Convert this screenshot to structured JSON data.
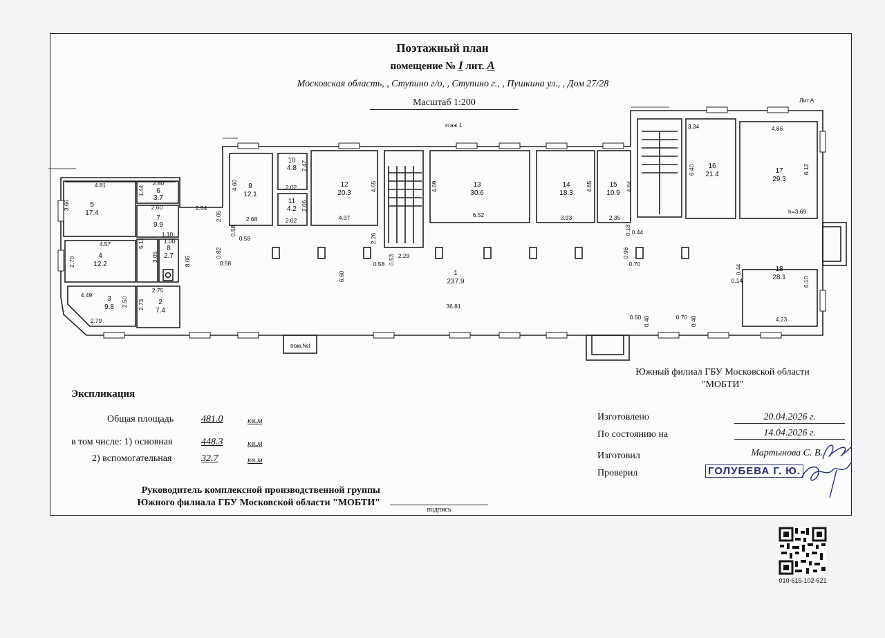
{
  "header": {
    "title": "Поэтажный план",
    "subtitle_prefix": "помещение",
    "subtitle_no": "№",
    "subtitle_number": "I",
    "subtitle_lit": "лит.",
    "subtitle_letter": "А",
    "address": "Московская область, , Ступино г/о, , Ступино г., , Пушкина ул., , Дом 27/28",
    "scale": "Масштаб 1:200"
  },
  "plan": {
    "floor_label": "этаж 1",
    "lit_label": "Лит.А",
    "height_label": "h=3.69",
    "entrance_label": "пом.№I",
    "rooms": [
      {
        "no": "1",
        "area": "237.9"
      },
      {
        "no": "2",
        "area": "7.4"
      },
      {
        "no": "3",
        "area": "9.8"
      },
      {
        "no": "4",
        "area": "12.2"
      },
      {
        "no": "5",
        "area": "17.4"
      },
      {
        "no": "6",
        "area": "3.7"
      },
      {
        "no": "7",
        "area": "9.9"
      },
      {
        "no": "8",
        "area": "2.7"
      },
      {
        "no": "9",
        "area": "12.1"
      },
      {
        "no": "10",
        "area": "4.8"
      },
      {
        "no": "11",
        "area": "4.2"
      },
      {
        "no": "12",
        "area": "20.3"
      },
      {
        "no": "13",
        "area": "30.6"
      },
      {
        "no": "14",
        "area": "18.3"
      },
      {
        "no": "15",
        "area": "10.9"
      },
      {
        "no": "16",
        "area": "21.4"
      },
      {
        "no": "17",
        "area": "29.3"
      },
      {
        "no": "18",
        "area": "28.1"
      }
    ],
    "dims": {
      "d481": "4.81",
      "d366": "3.66",
      "d144": "1.44",
      "d280": "2.80",
      "d260": "2.60",
      "d110": "1.10",
      "d457": "4.57",
      "d270": "2.70",
      "d511": "5.11",
      "d305": "3.05",
      "d100": "1.00",
      "d806": "8.06",
      "d275": "2.75",
      "d273": "2.73",
      "d449": "4.49",
      "d250": "2.50",
      "d279": "2.79",
      "d254": "2.54",
      "d460": "4.60",
      "d205": "2.05",
      "d058a": "0.58",
      "d058b": "0.58",
      "d268": "2.68",
      "d082": "0.82",
      "d058c": "0.58",
      "d247": "2.47",
      "d202a": "2.02",
      "d206": "2.06",
      "d202b": "2.02",
      "d465a": "4.65",
      "d437": "4.37",
      "d226": "2.26",
      "d660": "6.60",
      "d058d": "0.58",
      "d053": "0.53",
      "d229": "2.29",
      "d469": "4.69",
      "d652": "6.52",
      "d3681": "36.81",
      "d465b": "4.65",
      "d393": "3.93",
      "d464": "4.64",
      "d235": "2.35",
      "d018": "0.18",
      "d044a": "0.44",
      "d096": "0.96",
      "d070a": "0.70",
      "d334": "3.34",
      "d640": "6.40",
      "d486": "4.86",
      "d612": "6.12",
      "d044b": "0.44",
      "d014": "0.14",
      "d610": "6.10",
      "d423": "4.23",
      "d060": "0.60",
      "d040a": "0.40",
      "d070b": "0.70",
      "d040b": "0.40"
    }
  },
  "org": {
    "line1": "Южный филиал ГБУ Московской области",
    "line2": "\"МОБТИ\""
  },
  "explication": {
    "heading": "Экспликация",
    "total_label": "Общая площадь",
    "total_value": "481.0",
    "main_label": "в том числе: 1) основная",
    "main_value": "448.3",
    "aux_label": "2) вспомогательная",
    "aux_value": "32.7",
    "unit": "кв.м"
  },
  "info": {
    "made_label": "Изготовлено",
    "made_value": "20.04.2026 г.",
    "state_label": "По состоянию на",
    "state_value": "14.04.2026 г.",
    "maker_label": "Изготовил",
    "maker_value": "Мартынова С. В.",
    "checker_label": "Проверил",
    "checker_stamp": "ГОЛУБЕВА Г. Ю."
  },
  "footer": {
    "head_line1": "Руководитель комплексной производственной группы",
    "head_line2": "Южного филиала ГБУ Московской области \"МОБТИ\"",
    "signature_caption": "подпись",
    "qr_code": "010-615-102-621"
  }
}
